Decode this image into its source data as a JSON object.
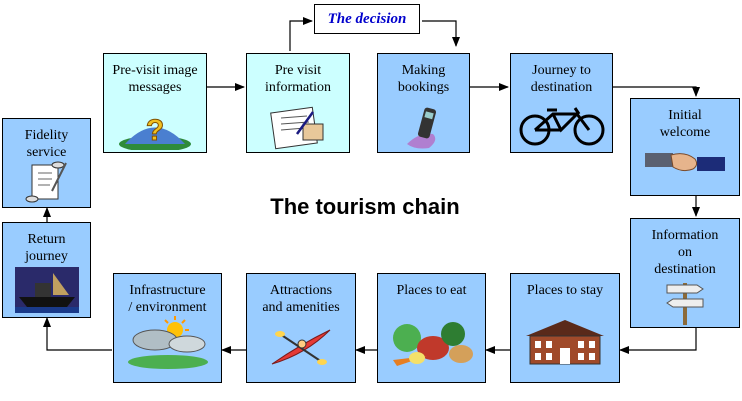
{
  "title": "The tourism chain",
  "decision": "The decision",
  "stages": {
    "pre_visit_image": "Pre-visit image\nmessages",
    "pre_visit_info": "Pre visit\ninformation",
    "bookings": "Making\nbookings",
    "journey_to": "Journey to\ndestination",
    "welcome": "Initial\nwelcome",
    "info_dest": "Information\non\ndestination",
    "stay": "Places to stay",
    "eat": "Places to eat",
    "attractions": "Attractions\nand amenities",
    "infrastructure": "Infrastructure\n/ environment",
    "return": "Return\njourney",
    "fidelity": "Fidelity\nservice"
  },
  "colors": {
    "cyan_box": "#ccffff",
    "blue_box": "#99ccff",
    "decision_text": "#0000cc"
  },
  "icons": [
    "question-icon",
    "document-icon",
    "phone-icon",
    "bicycle-icon",
    "handshake-icon",
    "signpost-icon",
    "house-icon",
    "vegetables-icon",
    "kayak-icon",
    "weather-icon",
    "ship-icon",
    "scroll-icon"
  ]
}
